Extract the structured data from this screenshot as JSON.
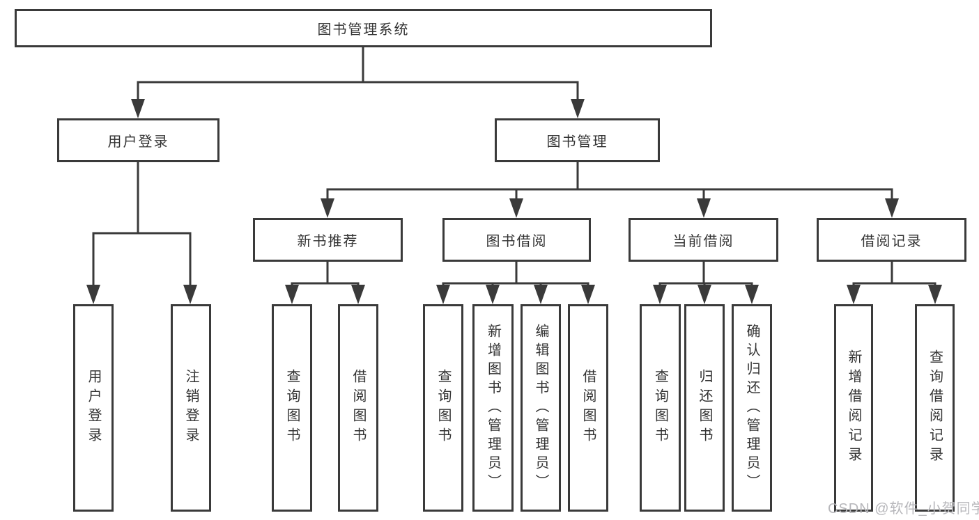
{
  "diagram_title": "图书管理系统",
  "watermark": "CSDN @软件_小贺同学",
  "colors": {
    "line": "#3a3a3a",
    "border": "#3a3a3a",
    "text": "#333333",
    "watermark": "#b7b7bb",
    "background": "#ffffff"
  },
  "tree": {
    "label": "图书管理系统",
    "children": [
      {
        "label": "用户登录",
        "children": [
          {
            "label": "用户登录"
          },
          {
            "label": "注销登录"
          }
        ]
      },
      {
        "label": "图书管理",
        "children": [
          {
            "label": "新书推荐",
            "children": [
              {
                "label": "查询图书"
              },
              {
                "label": "借阅图书"
              }
            ]
          },
          {
            "label": "图书借阅",
            "children": [
              {
                "label": "查询图书"
              },
              {
                "label": "新增图书（管理员）"
              },
              {
                "label": "编辑图书（管理员）"
              },
              {
                "label": "借阅图书"
              }
            ]
          },
          {
            "label": "当前借阅",
            "children": [
              {
                "label": "查询图书"
              },
              {
                "label": "归还图书"
              },
              {
                "label": "确认归还（管理员）"
              }
            ]
          },
          {
            "label": "借阅记录",
            "children": [
              {
                "label": "新增借阅记录"
              },
              {
                "label": "查询借阅记录"
              }
            ]
          }
        ]
      }
    ]
  }
}
